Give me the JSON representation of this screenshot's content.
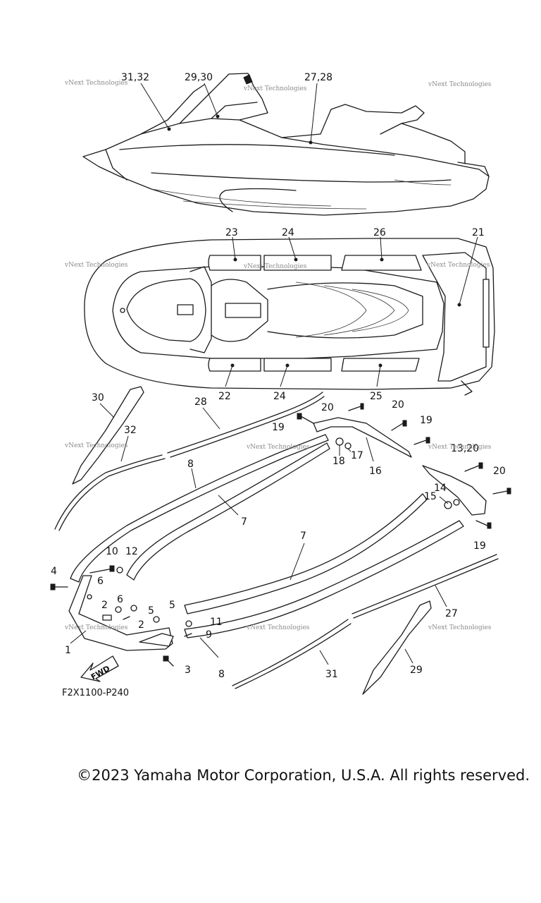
{
  "watermark": "vNext Technologies",
  "diagram_code": "F2X1100-P240",
  "fwd_label": "FWD",
  "copyright": "©2023 Yamaha Motor Corporation, U.S.A. All rights reserved.",
  "callouts": {
    "c_31_32": "31,32",
    "c_29_30": "29,30",
    "c_27_28": "27,28",
    "c_23": "23",
    "c_24a": "24",
    "c_26": "26",
    "c_21": "21",
    "c_22": "22",
    "c_24b": "24",
    "c_25": "25",
    "c_30": "30",
    "c_28": "28",
    "c_32": "32",
    "c_20a": "20",
    "c_20b": "20",
    "c_19a": "19",
    "c_19b": "19",
    "c_17": "17",
    "c_18": "18",
    "c_16": "16",
    "c_13_20": "13,20",
    "c_20c": "20",
    "c_14": "14",
    "c_15": "15",
    "c_19c": "19",
    "c_8a": "8",
    "c_7a": "7",
    "c_7b": "7",
    "c_10": "10",
    "c_12": "12",
    "c_4": "4",
    "c_6a": "6",
    "c_6b": "6",
    "c_2a": "2",
    "c_2b": "2",
    "c_5a": "5",
    "c_5b": "5",
    "c_11": "11",
    "c_9": "9",
    "c_1": "1",
    "c_3": "3",
    "c_8b": "8",
    "c_31": "31",
    "c_27": "27",
    "c_29": "29"
  }
}
